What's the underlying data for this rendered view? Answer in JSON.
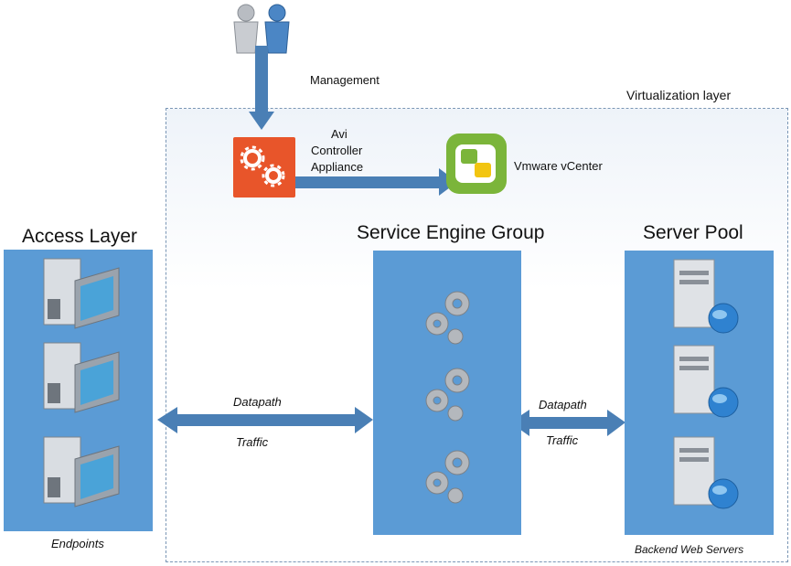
{
  "management_label": "Management",
  "virtualization_label": "Virtualization layer",
  "controller_label_lines": [
    "Avi",
    "Controller",
    "Appliance"
  ],
  "vcenter_label": "Vmware vCenter",
  "access_layer": {
    "title": "Access Layer",
    "caption": "Endpoints"
  },
  "service_engine_group": {
    "title": "Service Engine Group"
  },
  "server_pool": {
    "title": "Server Pool",
    "caption": "Backend Web Servers"
  },
  "left_arrow": {
    "top": "Datapath",
    "bottom": "Traffic"
  },
  "right_arrow": {
    "top": "Datapath",
    "bottom": "Traffic"
  },
  "colors": {
    "panel": "#5b9bd5",
    "arrow": "#4a7fb5",
    "controller": "#e8552a",
    "vcenter_green": "#7bb53a"
  },
  "icons": [
    "users-icon",
    "controller-gears-icon",
    "vcenter-icon",
    "workstation-icon",
    "gears-icon",
    "server-globe-icon"
  ]
}
